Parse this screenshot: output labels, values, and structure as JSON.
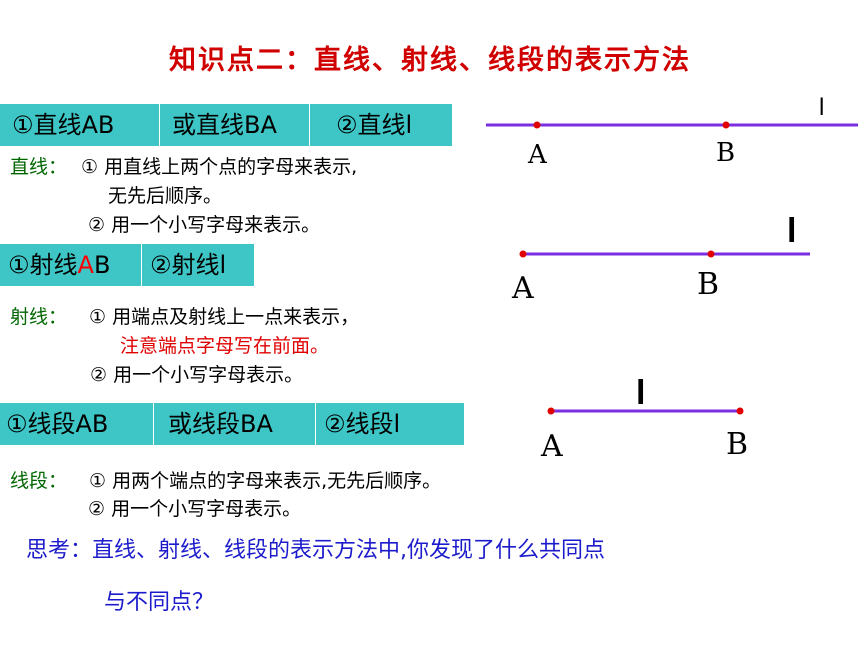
{
  "title": "知识点二：直线、射线、线段的表示方法",
  "line": {
    "cells": [
      "①直线AB",
      "或直线BA",
      "②直线l"
    ],
    "label": "直线：",
    "rule1a": "① 用直线上两个点的字母来表示,",
    "rule1b": "无先后顺序。",
    "rule2": "② 用一个小写字母来表示。",
    "fig": {
      "a": "A",
      "b": "B",
      "l": "l"
    }
  },
  "ray": {
    "cell1_pre": "①射线",
    "cell1_a": "A",
    "cell1_b": "B",
    "cell2": "②射线l",
    "label": "射线：",
    "rule1": "① 用端点及射线上一点来表示，",
    "rule1_note": "注意端点字母写在前面。",
    "rule2": "② 用一个小写字母表示。",
    "fig": {
      "a": "A",
      "b": "B",
      "l": "l"
    }
  },
  "segment": {
    "cells": [
      "①线段AB",
      "或线段BA",
      "②线段l"
    ],
    "label": "线段：",
    "rule1": "① 用两个端点的字母来表示,无先后顺序。",
    "rule2": "② 用一个小写字母表示。",
    "fig": {
      "a": "A",
      "b": "B",
      "l": "l"
    }
  },
  "think": {
    "line1": "思考：直线、射线、线段的表示方法中,你发现了什么共同点",
    "line2": "与不同点？"
  },
  "colors": {
    "title": "#d00000",
    "bar": "#3ec6c6",
    "figure_line": "#7a2ee0",
    "point": "#e00000",
    "label": "#006600",
    "think": "#1c1ccc"
  }
}
